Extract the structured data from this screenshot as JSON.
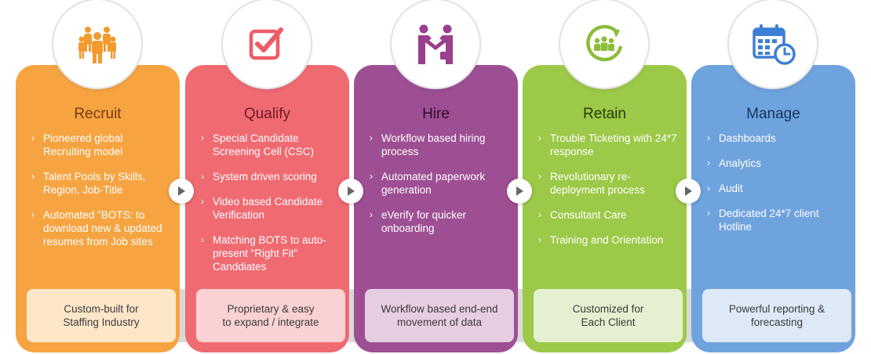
{
  "colors": {
    "recruit": "#f6a441",
    "qualify": "#f06a72",
    "hire": "#9e4f94",
    "retain": "#9cc948",
    "manage": "#6fa3de"
  },
  "columns": [
    {
      "icon": "people-group-icon",
      "title": "Recruit",
      "items": [
        "Pioneered global Recruiting model",
        "Talent Pools by Skills, Region, Job-Title",
        "Automated \"BOTS: to download new & updated resumes from Job sites"
      ],
      "footer": "Custom-built for\nStaffing Industry"
    },
    {
      "icon": "checkbox-check-icon",
      "title": "Qualify",
      "items": [
        "Special Candidate Screening Cell (CSC)",
        "System driven scoring",
        "Video based Candidate Verification",
        "Matching BOTS to auto-present “Right Fit” Canddiates"
      ],
      "footer": "Proprietary & easy\nto expand / integrate"
    },
    {
      "icon": "handshake-icon",
      "title": "Hire",
      "items": [
        "Workflow based hiring process",
        "Automated paperwork generation",
        "eVerify for quicker onboarding"
      ],
      "footer": "Workflow based end-end\nmovement of data"
    },
    {
      "icon": "team-cycle-icon",
      "title": "Retain",
      "items": [
        "Trouble Ticketing with 24*7 response",
        "Revolutionary re-deployment process",
        "Consultant Care",
        "Training and Orientation"
      ],
      "footer": "Customized for\nEach Client"
    },
    {
      "icon": "calendar-clock-icon",
      "title": "Manage",
      "items": [
        "Dashboards",
        "Analytics",
        "Audit",
        "Dedicated 24*7 client Hotline"
      ],
      "footer": "Powerful reporting &\nforecasting"
    }
  ]
}
